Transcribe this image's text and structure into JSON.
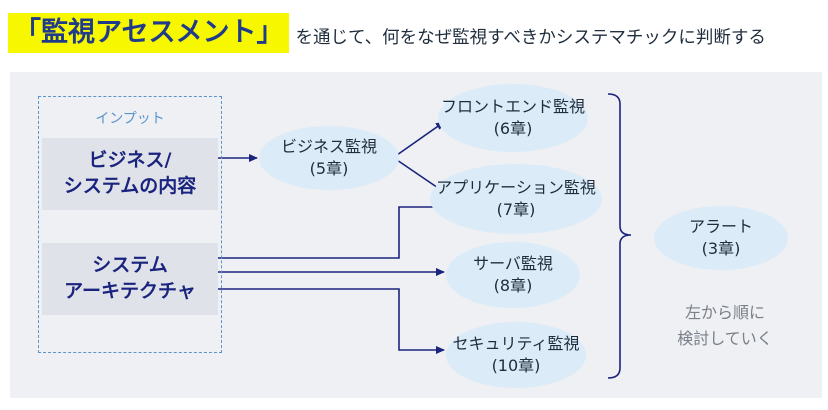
{
  "title": {
    "highlight": "「監視アセスメント」",
    "rest": "を通じて、何をなぜ監視すべきかシステマチックに判断する"
  },
  "input": {
    "title": "インプット",
    "items": [
      {
        "text": "ビジネス/\nシステムの内容"
      },
      {
        "text": "システム\nアーキテクチャ"
      }
    ]
  },
  "nodes": {
    "business": {
      "name": "ビジネス監視",
      "chapter": "(5章)"
    },
    "frontend": {
      "name": "フロントエンド監視",
      "chapter": "(6章)"
    },
    "application": {
      "name": "アプリケーション監視",
      "chapter": "(7章)"
    },
    "server": {
      "name": "サーバ監視",
      "chapter": "(8章)"
    },
    "security": {
      "name": "セキュリティ監視",
      "chapter": "(10章)"
    },
    "alert": {
      "name": "アラート",
      "chapter": "(3章)"
    }
  },
  "note": {
    "line1": "左から順に",
    "line2": "検討していく"
  },
  "colors": {
    "highlight_bg": "#f7f700",
    "highlight_text": "#1f3b8a",
    "node_fill": "#dcebf8",
    "arrow": "#1a237e",
    "dashed_border": "#5b93cc"
  }
}
